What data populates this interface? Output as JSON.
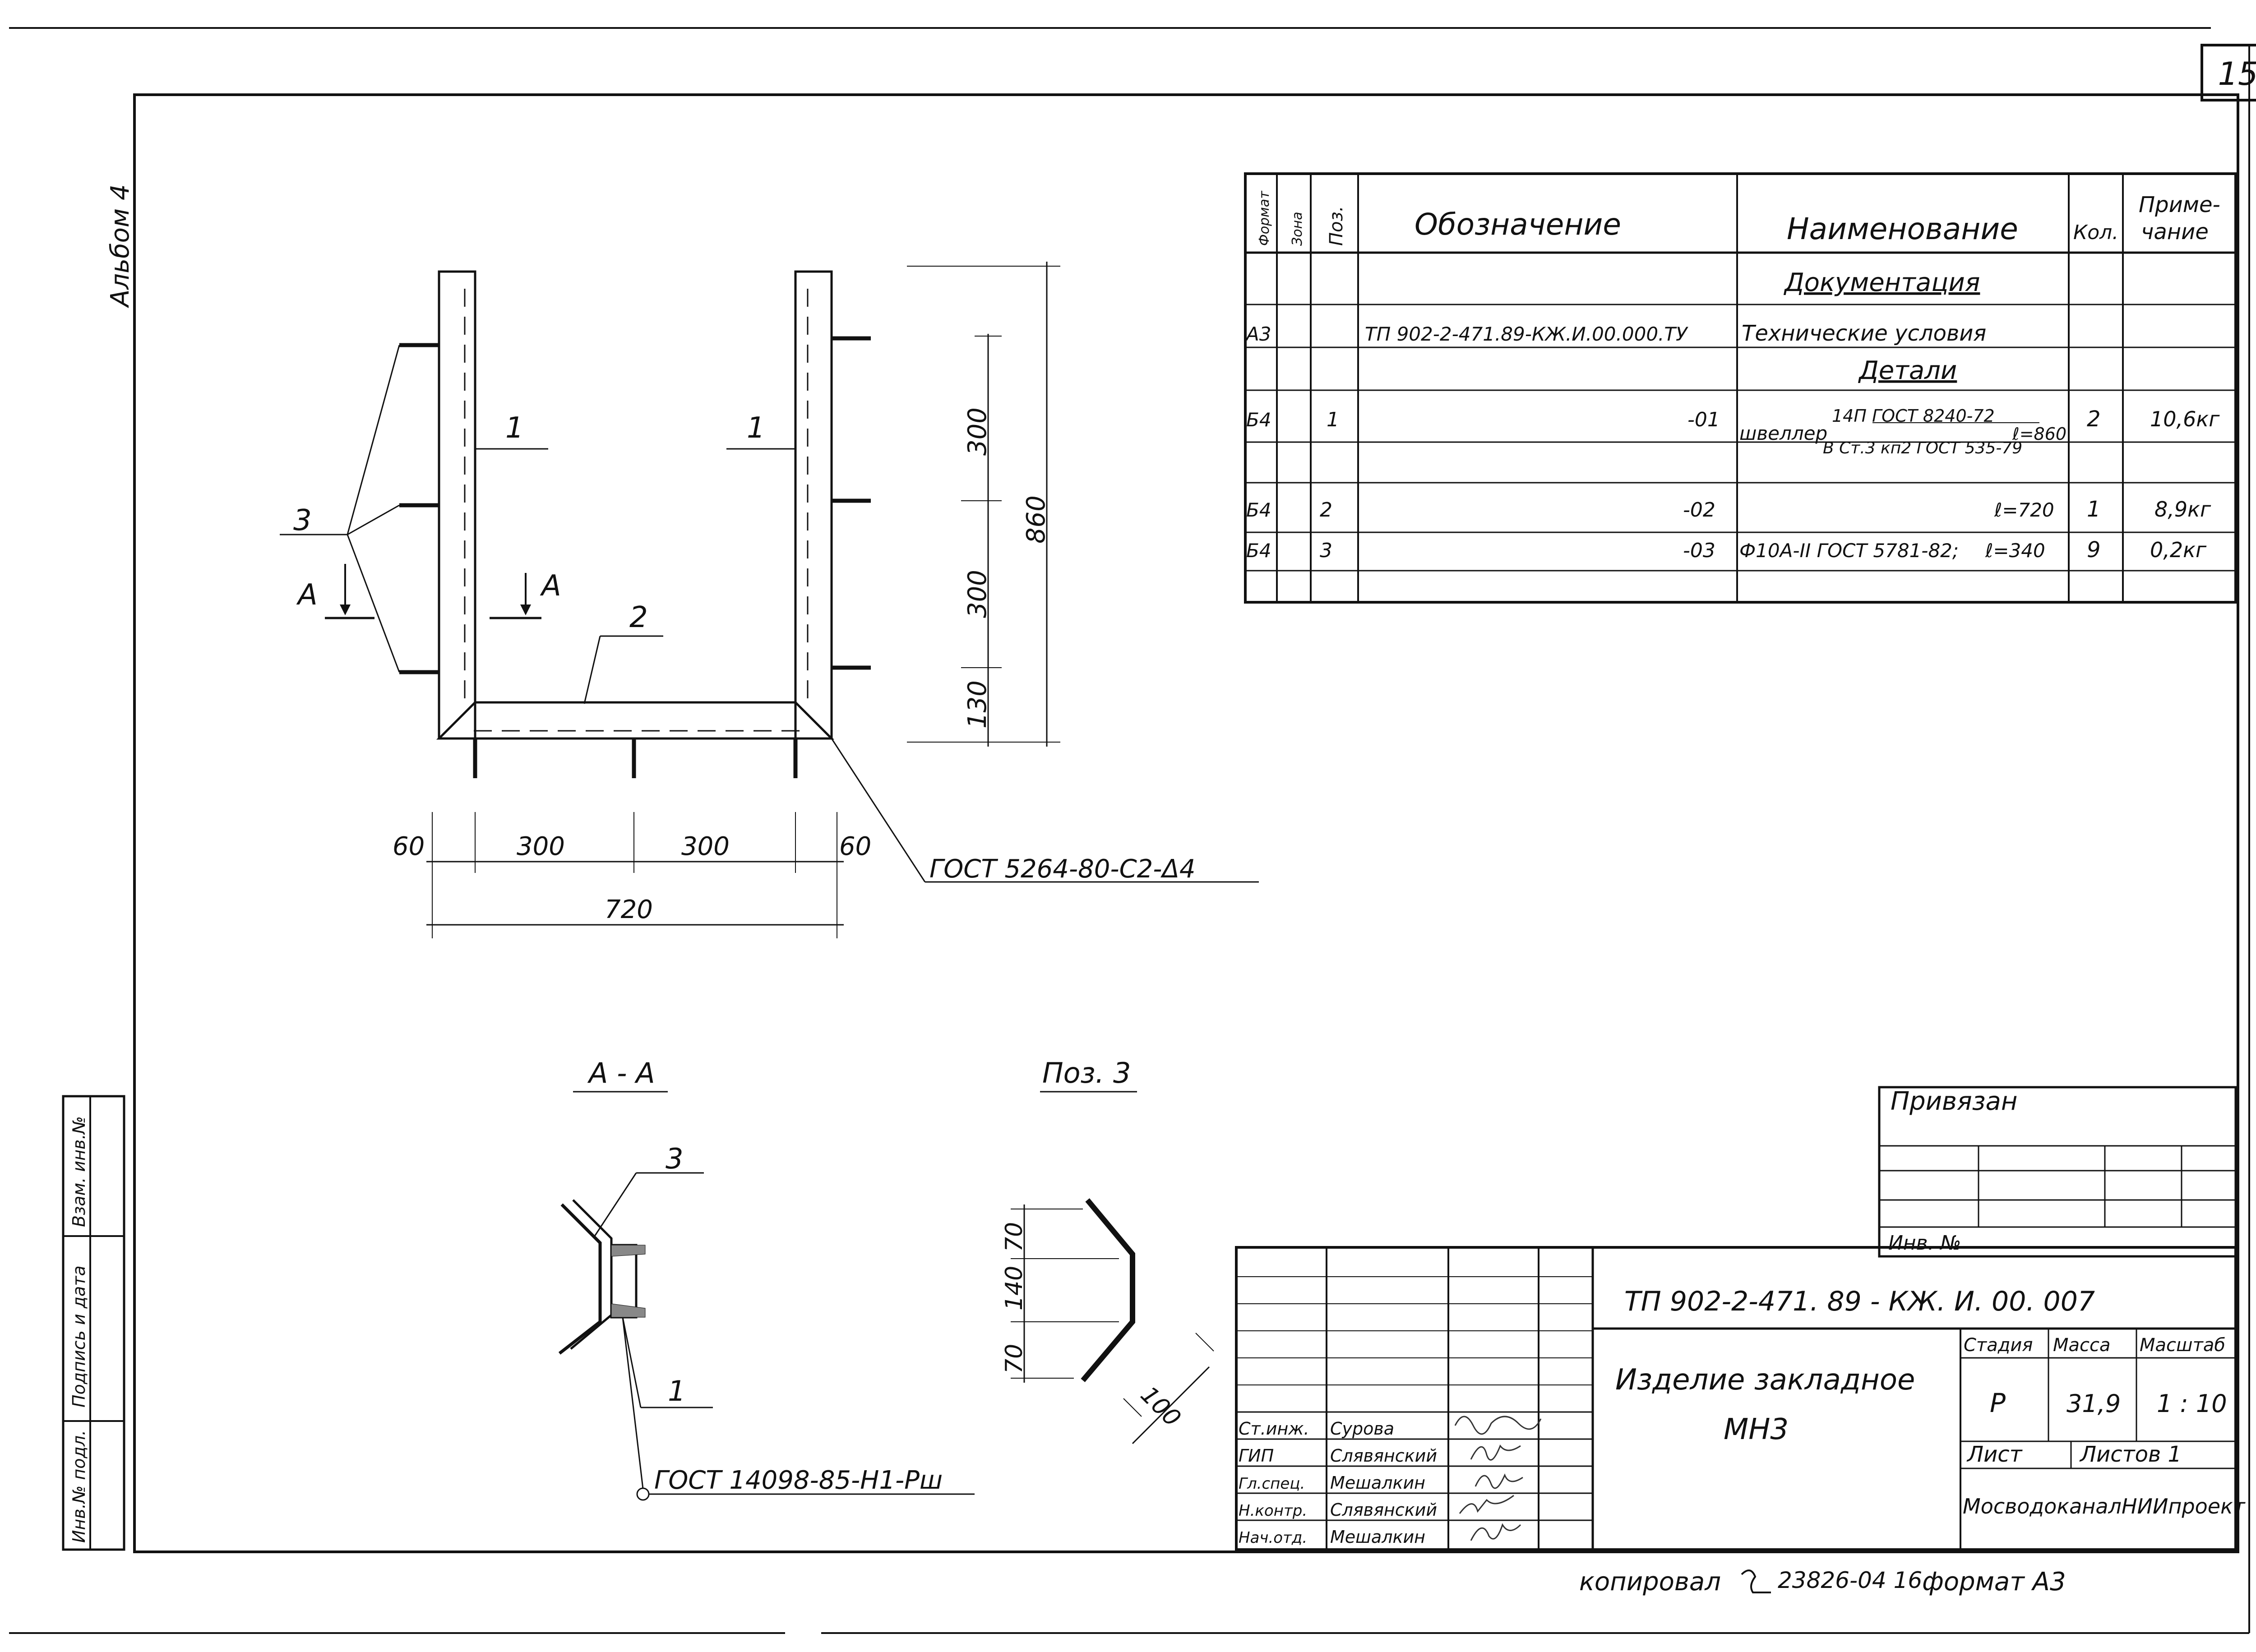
{
  "sheet": {
    "page_number": "15",
    "album": "Альбом 4",
    "footer": {
      "copied": "копировал",
      "copy_number": "23826-04 16",
      "format": "формат А3"
    }
  },
  "spec_table": {
    "headers": {
      "format": "Формат",
      "zone": "Зона",
      "pos": "Поз.",
      "designation": "Обозначение",
      "name": "Наименование",
      "qty": "Кол.",
      "note1": "Приме-",
      "note2": "чание"
    },
    "rows": [
      {
        "name": "Документация",
        "section": true
      },
      {
        "format": "А3",
        "designation": "ТП 902-2-471.89-КЖ.И.00.000.ТУ",
        "name": "Технические условия"
      },
      {
        "name": "Детали",
        "section": true
      },
      {
        "format": "Б4",
        "pos": "1",
        "designation": "-01",
        "name": "швеллер",
        "name_top": "14П ГОСТ 8240-72",
        "name_bottom": "В Ст.3 кп2 ГОСТ 535-79",
        "length": "ℓ=860",
        "qty": "2",
        "note": "10,6кг"
      },
      {
        "format": "Б4",
        "pos": "2",
        "designation": "-02",
        "length": "ℓ=720",
        "qty": "1",
        "note": "8,9кг"
      },
      {
        "format": "Б4",
        "pos": "3",
        "designation": "-03",
        "name": "Ф10А-II ГОСТ 5781-82;",
        "length": "ℓ=340",
        "qty": "9",
        "note": "0,2кг"
      }
    ]
  },
  "main_drawing": {
    "pos_labels": [
      "1",
      "1",
      "2",
      "3"
    ],
    "section_mark": "А",
    "dims_vertical": [
      "300",
      "300",
      "130",
      "860"
    ],
    "dims_horizontal": [
      "60",
      "300",
      "300",
      "60",
      "720"
    ],
    "weld_note": "ГОСТ 5264-80-С2-Δ4"
  },
  "section_view": {
    "title": "А - А",
    "labels": [
      "3",
      "1"
    ],
    "weld_note": "ГОСТ 14098-85-Н1-Рш"
  },
  "pos3_view": {
    "title": "Поз. 3",
    "dims": [
      "70",
      "140",
      "70",
      "100"
    ]
  },
  "binding": {
    "title": "Привязан",
    "inv_label": "Инв. №"
  },
  "side_stamp": [
    "Взам. инв.№",
    "Подпись и дата",
    "Инв.№ подл."
  ],
  "title_block": {
    "document_code": "ТП 902-2-471. 89 - КЖ. И. 00. 007",
    "item_title_1": "Изделие закладное",
    "item_title_2": "МН3",
    "headers": {
      "stage": "Стадия",
      "mass": "Масса",
      "scale": "Масштаб"
    },
    "values": {
      "stage": "Р",
      "mass": "31,9",
      "scale": "1 : 10"
    },
    "sheet_label": "Лист",
    "sheets_label": "Листов 1",
    "organization": "МосводоканалНИИпроект",
    "signers": [
      {
        "role": "Ст.инж.",
        "name": "Суровa"
      },
      {
        "role": "ГИП",
        "name": "Слявянский"
      },
      {
        "role": "Гл.спец.",
        "name": "Мешалкин"
      },
      {
        "role": "Н.контр.",
        "name": "Слявянский"
      },
      {
        "role": "Нач.отд.",
        "name": "Мешалкин"
      }
    ]
  }
}
